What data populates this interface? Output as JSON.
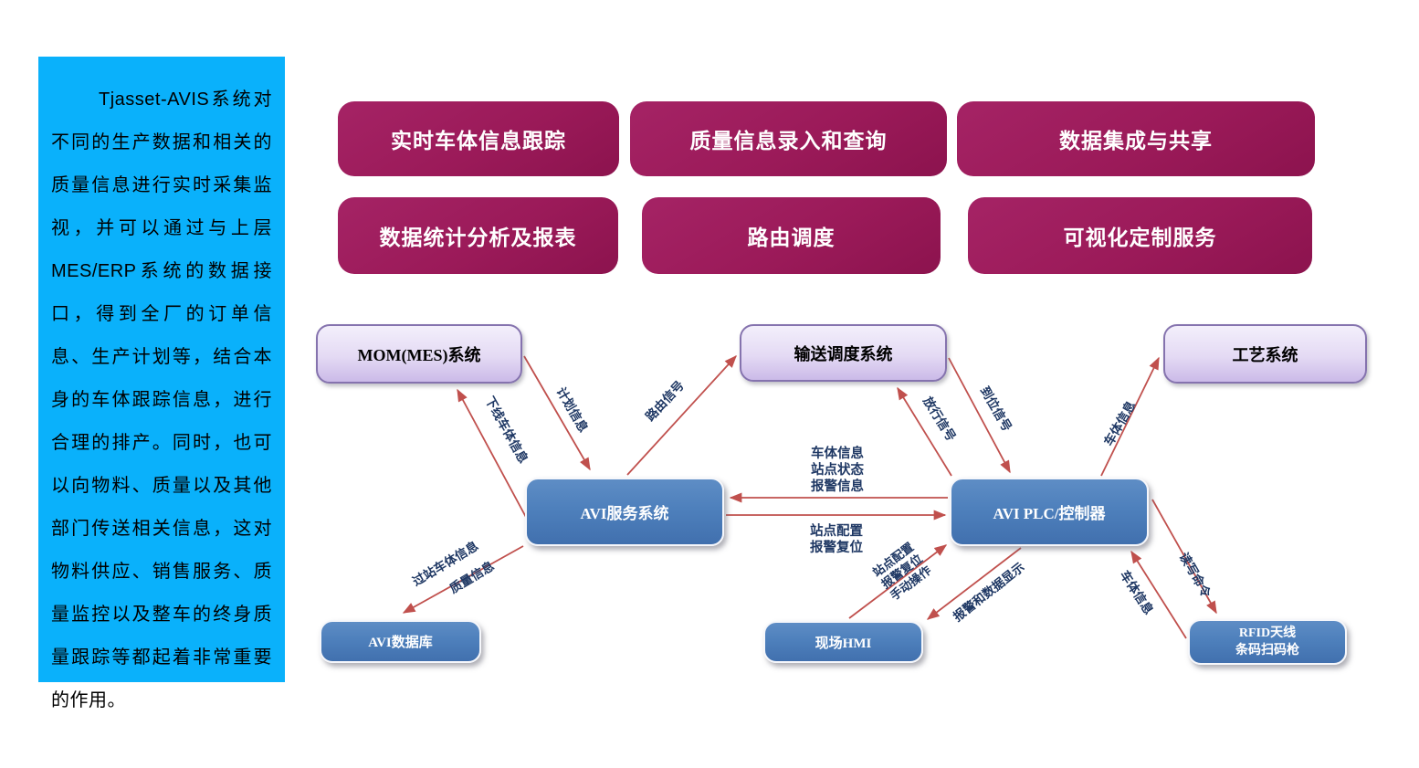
{
  "sidebar": {
    "bg_color": "#0AB1FB",
    "text": "Tjasset-AVIS系统对不同的生产数据和相关的质量信息进行实时采集监视，并可以通过与上层MES/ERP系统的数据接口，得到全厂的订单信息、生产计划等，结合本身的车体跟踪信息，进行合理的排产。同时，也可以向物料、质量以及其他部门传送相关信息，这对物料供应、销售服务、质量监控以及整车的终身质量跟踪等都起着非常重要的作用。"
  },
  "features": [
    {
      "label": "实时车体信息跟踪"
    },
    {
      "label": "质量信息录入和查询"
    },
    {
      "label": "数据集成与共享"
    },
    {
      "label": "数据统计分析及报表"
    },
    {
      "label": "路由调度"
    },
    {
      "label": "可视化定制服务"
    }
  ],
  "colors": {
    "sidebar_cyan": "#0AB1FB",
    "feature_maroon": "#9B1A59",
    "node_purple": "#D9C9EF",
    "node_blue": "#4E80BC",
    "arrow_red": "#C0504D",
    "edge_label_navy": "#1F3864"
  },
  "diagram": {
    "nodes": {
      "mom": "MOM(MES)系统",
      "conveyor": "输送调度系统",
      "process": "工艺系统",
      "avi_server": "AVI服务系统",
      "avi_plc": "AVI PLC/控制器",
      "avi_db": "AVI数据库",
      "hmi": "现场HMI",
      "rfid_line1": "RFID天线",
      "rfid_line2": "条码扫码枪"
    },
    "edge_labels": {
      "offline_body": "下线车体信息",
      "plan_info": "计划信息",
      "route_signal": "路由信号",
      "release_signal": "放行信号",
      "arrival_signal": "到位信号",
      "body_info_process": "车体信息",
      "plc_to_server": [
        "车体信息",
        "站点状态",
        "报警信息"
      ],
      "server_to_plc": [
        "站点配置",
        "报警复位"
      ],
      "pass_body": "过站车体信息",
      "quality_info": "质量信息",
      "hmi_to_plc": [
        "站点配置",
        "报警复位",
        "手动操作"
      ],
      "alarm_display": "报警和数据显示",
      "rw_command": "读写命令",
      "body_info_rfid": "车体信息"
    }
  }
}
